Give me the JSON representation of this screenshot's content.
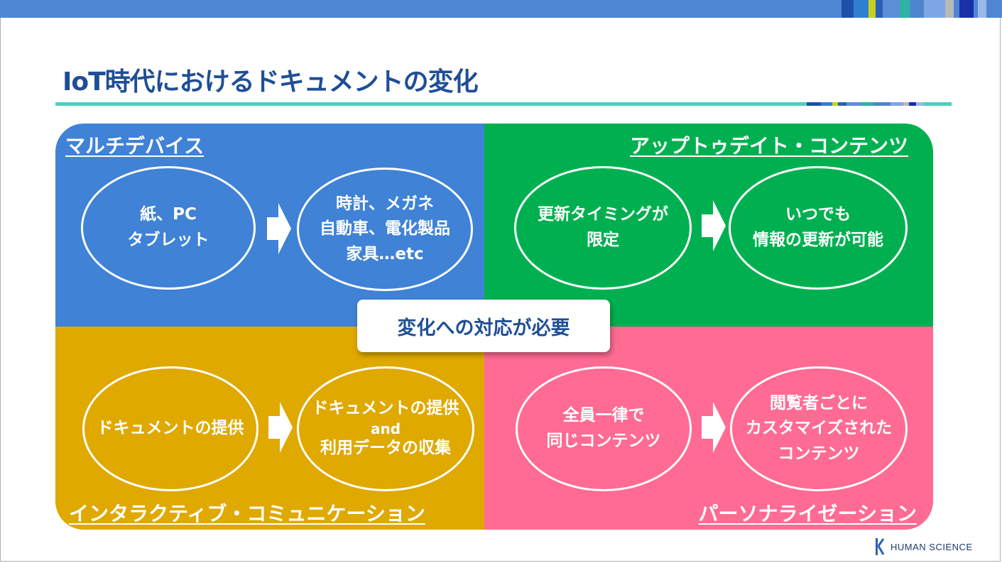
{
  "slide": {
    "title": "IoT時代におけるドキュメントの変化",
    "center_label": "変化への対応が必要"
  },
  "colors": {
    "accent_title": "#1f4e96",
    "top_bar": "#4f86d4",
    "underline": "#4dcfbf",
    "multi_device": "#3f82d6",
    "up_to_date": "#00b050",
    "interactive": "#dfa900",
    "personalization": "#ff6b93"
  },
  "quadrants": {
    "multi_device": {
      "title": "マルチデバイス",
      "before": [
        "紙、PC",
        "タブレット"
      ],
      "after": [
        "時計、メガネ",
        "自動車、電化製品",
        "家具…etc"
      ]
    },
    "up_to_date": {
      "title": "アップトゥデイト・コンテンツ",
      "before": [
        "更新タイミングが",
        "限定"
      ],
      "after": [
        "いつでも",
        "情報の更新が可能"
      ]
    },
    "interactive": {
      "title": "インタラクティブ・コミュニケーション",
      "before": [
        "ドキュメントの提供"
      ],
      "after_line1": "ドキュメントの提供",
      "after_line2": "and",
      "after_line3": "利用データの収集"
    },
    "personalization": {
      "title": "パーソナライゼーション",
      "before": [
        "全員一律で",
        "同じコンテンツ"
      ],
      "after": [
        "閲覧者ごとに",
        "カスタマイズされた",
        "コンテンツ"
      ]
    }
  },
  "icons": {
    "arrow": "right-arrow-icon",
    "logo": "human-science-logo-icon"
  },
  "logo": {
    "text": "HUMAN SCIENCE"
  }
}
